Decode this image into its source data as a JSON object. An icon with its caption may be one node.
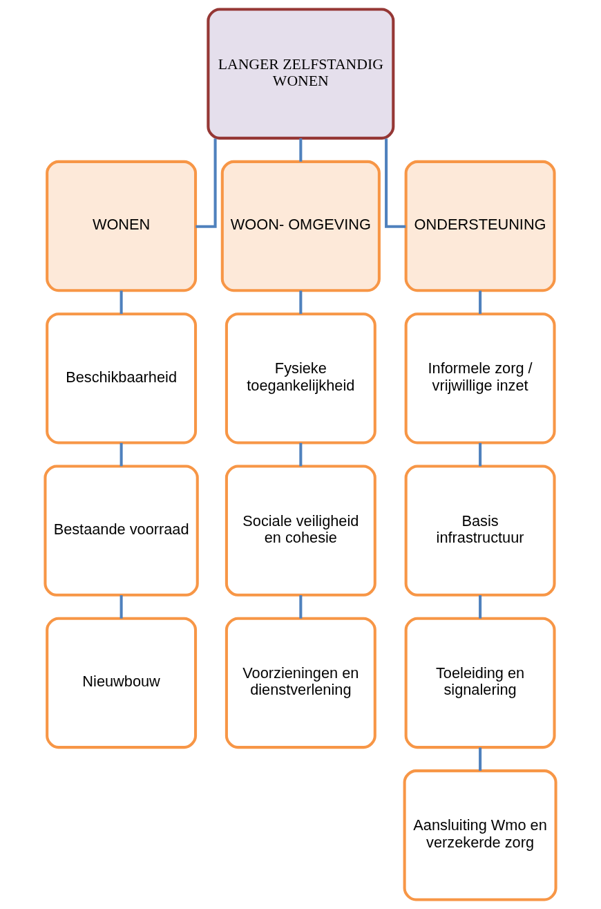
{
  "diagram": {
    "nodes": [
      {
        "text": [
          "LANGER ZELFSTANDIG WONEN"
        ]
      },
      {
        "text": [
          "WONEN"
        ]
      },
      {
        "text": [
          "WOON- OMGEVING"
        ]
      },
      {
        "text": [
          "ONDERSTEUNING"
        ]
      },
      {
        "text": [
          "Beschikbaarheid"
        ]
      },
      {
        "text": [
          "Fysieke toegankelijkheid"
        ]
      },
      {
        "text": [
          "Informele zorg / vrijwillige inzet"
        ]
      },
      {
        "text": [
          "Bestaande voorraad"
        ]
      },
      {
        "text": [
          "Sociale veiligheid en cohesie"
        ]
      },
      {
        "text": [
          "Basis infrastructuur"
        ]
      },
      {
        "text": [
          "Nieuwbouw"
        ]
      },
      {
        "text": [
          "Voorzieningen en dienstverlening"
        ]
      },
      {
        "text": [
          "Toeleiding en signalering"
        ]
      },
      {
        "text": [
          "Aansluiting Wmo en verzekerde zorg"
        ]
      }
    ],
    "edges": [
      {
        "from": 0,
        "to": 1,
        "arrow": "none"
      },
      {
        "from": 0,
        "to": 2,
        "arrow": "none"
      },
      {
        "from": 0,
        "to": 3,
        "arrow": "none"
      },
      {
        "from": 1,
        "to": 4,
        "arrow": "none"
      },
      {
        "from": 4,
        "to": 7,
        "arrow": "none"
      },
      {
        "from": 7,
        "to": 10,
        "arrow": "none"
      },
      {
        "from": 2,
        "to": 5,
        "arrow": "none"
      },
      {
        "from": 5,
        "to": 8,
        "arrow": "none"
      },
      {
        "from": 8,
        "to": 11,
        "arrow": "none"
      },
      {
        "from": 3,
        "to": 6,
        "arrow": "none"
      },
      {
        "from": 6,
        "to": 9,
        "arrow": "none"
      },
      {
        "from": 9,
        "to": 12,
        "arrow": "none"
      },
      {
        "from": 12,
        "to": 13,
        "arrow": "none"
      }
    ]
  }
}
